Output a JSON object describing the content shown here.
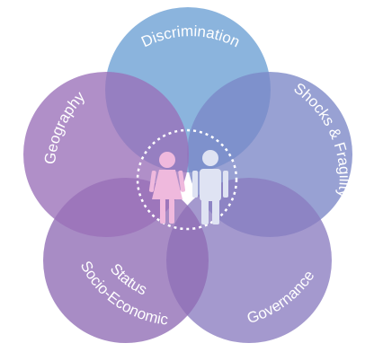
{
  "diagram": {
    "petals": [
      {
        "key": "discrimination",
        "label": "Discrimination",
        "color": "#6a9fd4"
      },
      {
        "key": "shocks",
        "label": "Shocks & Fragility",
        "color": "#7b87c6"
      },
      {
        "key": "governance",
        "label": "Governance",
        "color": "#8a7cc0"
      },
      {
        "key": "socio",
        "label_lines": [
          "Socio-Economic",
          "Status"
        ],
        "color": "#8f6cb5"
      },
      {
        "key": "geography",
        "label": "Geography",
        "color": "#9a6fb8"
      }
    ],
    "center": {
      "ring_color": "#ffffff",
      "female_icon_color": "#efb9dd",
      "male_icon_color": "#dfe3f3"
    }
  }
}
